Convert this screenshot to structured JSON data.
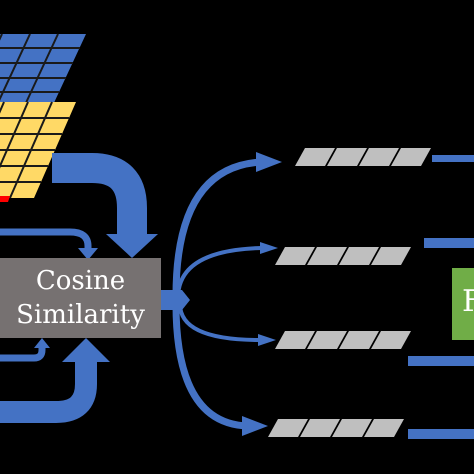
{
  "box": {
    "line1": "Cosine",
    "line2": "Similarity"
  },
  "green_box": {
    "label": "F"
  },
  "colors": {
    "background": "#000000",
    "arrow": "#4472c4",
    "grid_blue": "#4472c4",
    "grid_yellow": "#ffd966",
    "grid_red": "#ff0000",
    "cell_gray": "#bfbfbf",
    "box_gray": "#767171",
    "box_green": "#70ad47",
    "text": "#ffffff"
  }
}
